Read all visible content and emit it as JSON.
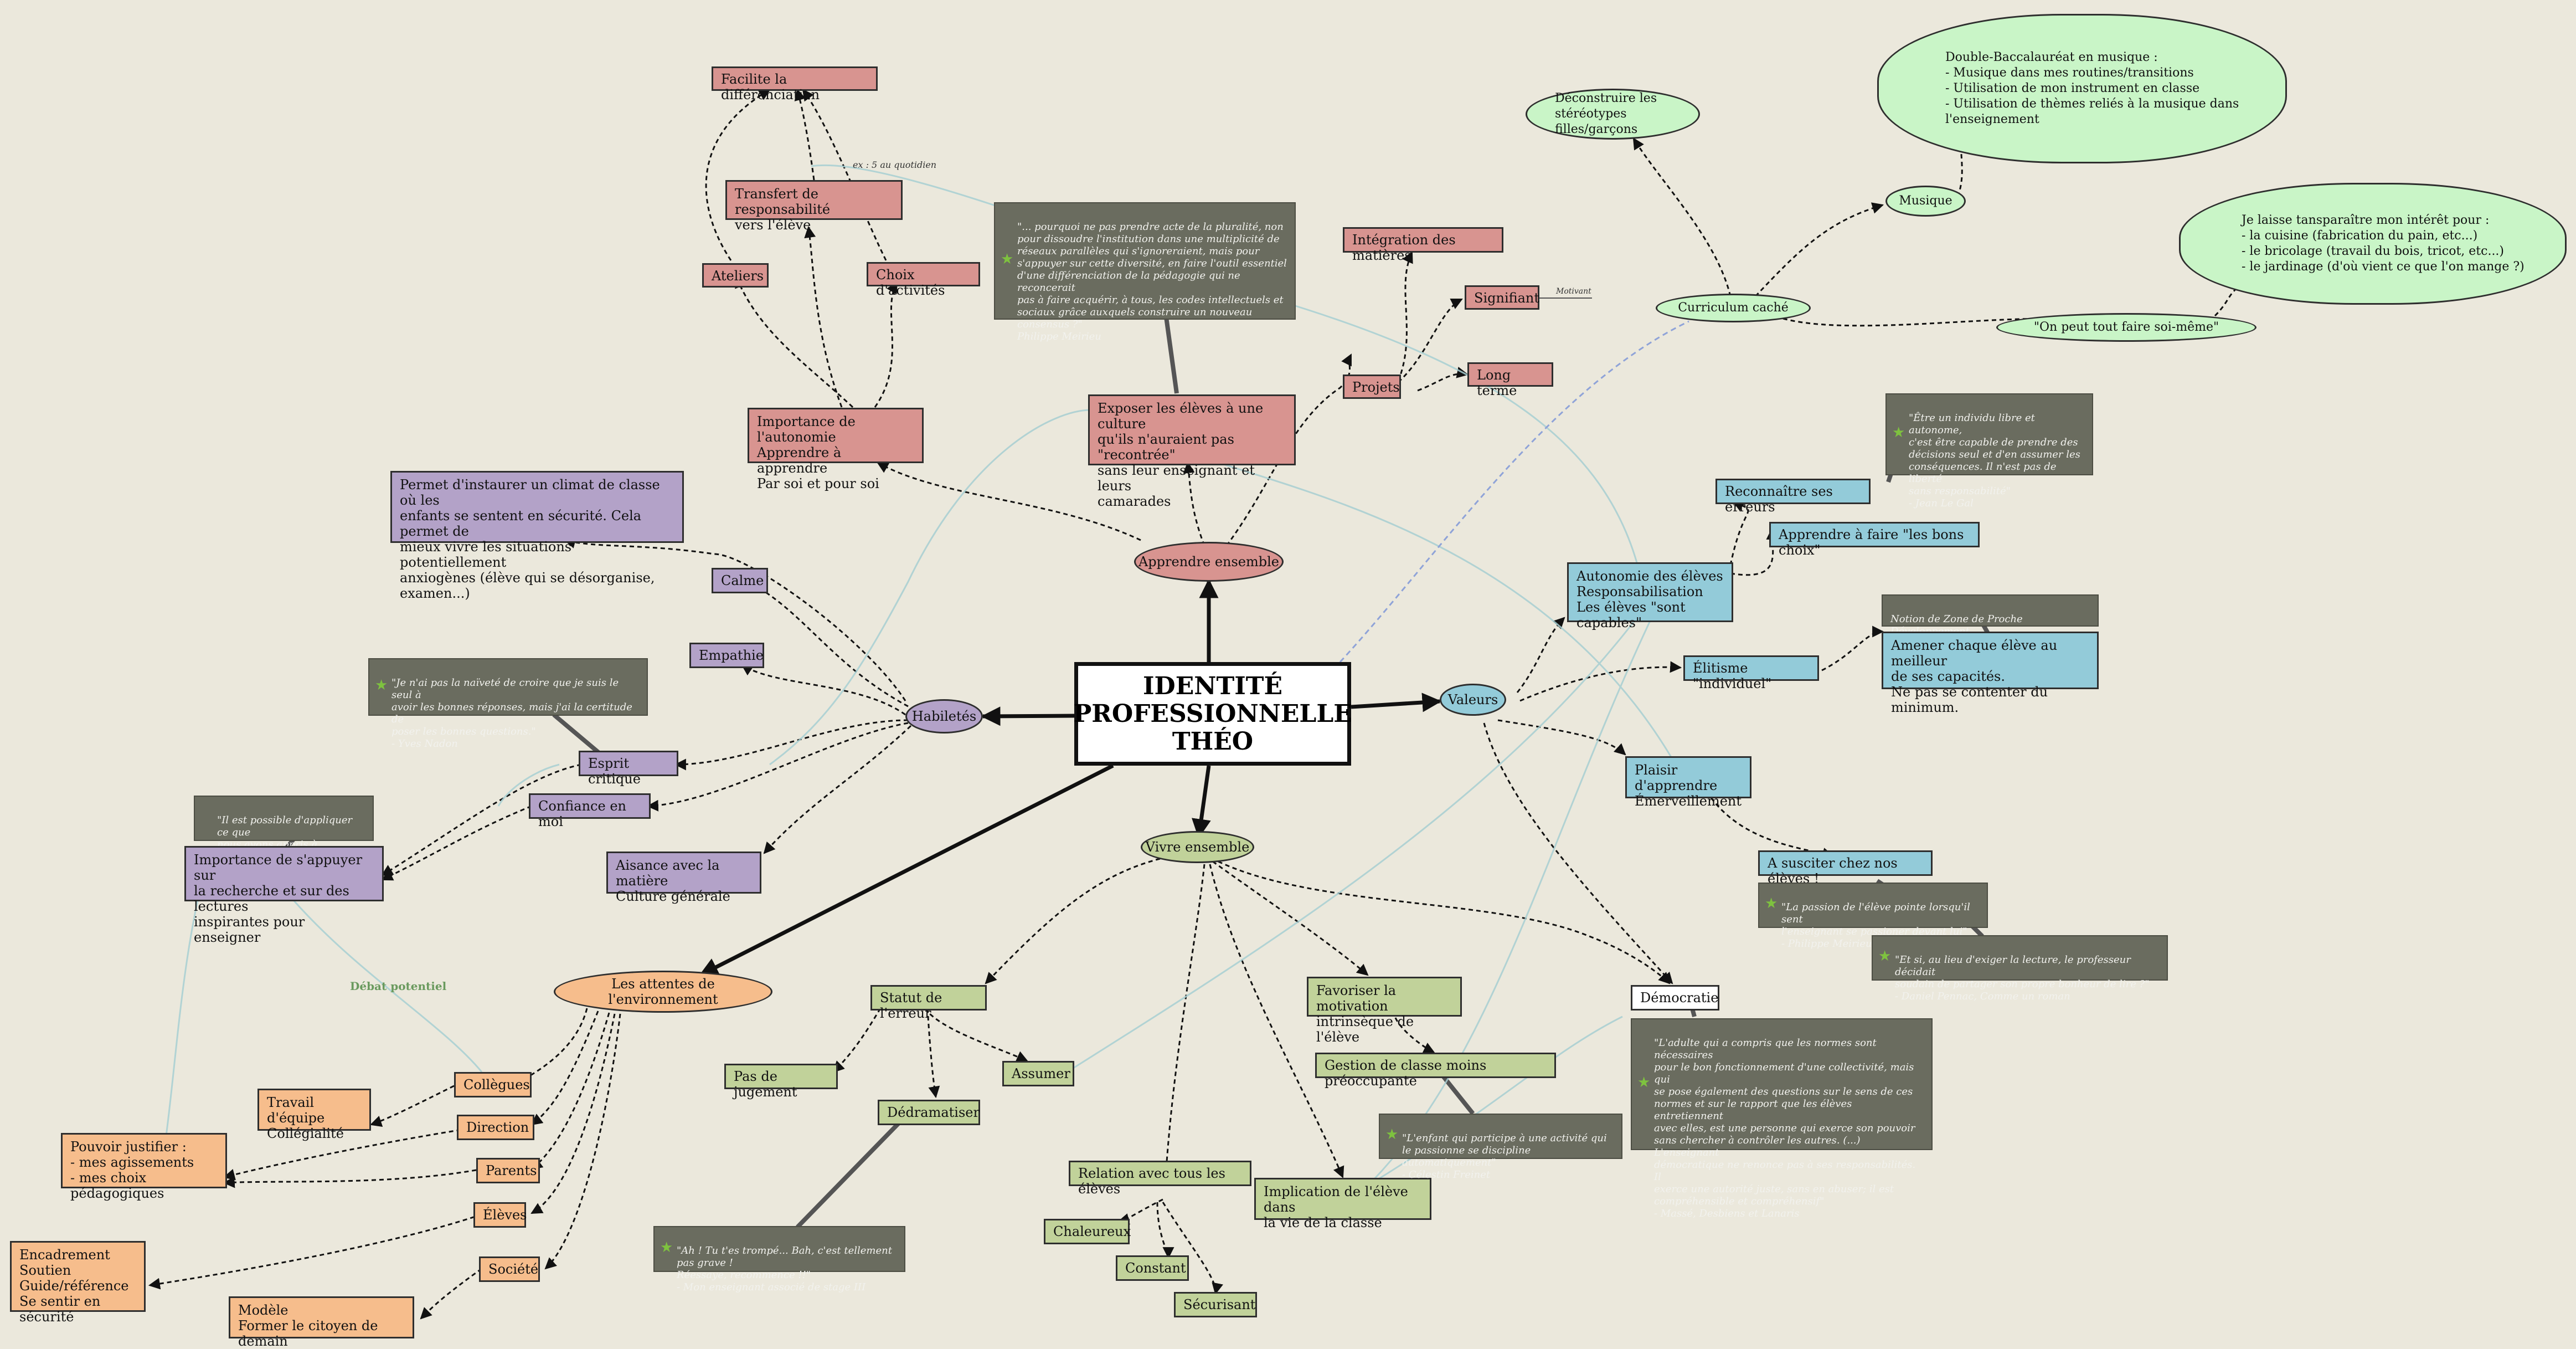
{
  "colors": {
    "background": "#ebe8dc",
    "pink": "#d89490",
    "purple": "#b3a2c8",
    "blue": "#93cbd9",
    "green": "#c1d29a",
    "orange": "#f6bd8c",
    "mint_cloud": "#c9f5c7",
    "quote_bg": "#6a6c5f",
    "star": "#7ec23f"
  },
  "center": {
    "title": "IDENTITÉ\nPROFESSIONNELLE\nTHÉO"
  },
  "apprendre": {
    "label": "Apprendre ensemble",
    "autonomie": "Importance de l'autonomie\nApprendre à apprendre\nPar soi et pour soi",
    "differenciation": "Facilite la différenciation",
    "transfert": "Transfert de responsabilité\nvers l'élève",
    "ateliers": "Ateliers",
    "choix": "Choix d'activités",
    "note": "ex : 5 au quotidien",
    "exposer": "Exposer les élèves à une culture\nqu'ils n'auraient pas \"recontrée\"\nsans leur enseignant et leurs\ncamarades",
    "quote_meirieu": "\"... pourquoi ne pas prendre acte de la pluralité, non\npour dissoudre l'institution dans une multiplicité de\nréseaux parallèles qui s'ignoreraient, mais pour\ns'appuyer sur cette diversité, en faire l'outil essentiel\nd'une différenciation de la pédagogie qui ne reconcerait\npas à faire acquérir, à tous, les codes intellectuels et\nsociaux grâce auxquels construire un nouveau\nconsensus ?\"\nPhilippe Meirieu",
    "projets": "Projets",
    "integration": "Intégration des matières",
    "signifiant": "Signifiant",
    "motivant": "Motivant",
    "long_terme": "Long terme"
  },
  "habiletes": {
    "label": "Habiletés",
    "permet": "Permet d'instaurer un climat de classe où les\nenfants se sentent en sécurité. Cela permet de\nmieux vivre les situations potentiellement\nanxiogènes (élève qui se désorganise, examen...)",
    "calme": "Calme",
    "empathie": "Empathie",
    "quote_nadon": "\"Je n'ai pas la naïveté de croire que je suis le seul à\navoir les bonnes réponses, mais j'ai la certitude de\nposer les bonnes questions.\"\n- Yves Nadon",
    "esprit": "Esprit critique",
    "confiance": "Confiance en moi",
    "aisance": "Aisance avec la matière\nCulture générale",
    "quote_theo": "\"Il est possible d'appliquer ce que\nnous avons appris à l'université !\"\n- Théo",
    "importance": "Importance de s'appuyer sur\nla recherche et sur des lectures\ninspirantes pour enseigner",
    "debat": "Débat potentiel"
  },
  "attentes": {
    "label": "Les attentes de l'environnement",
    "collegues": "Collègues",
    "travail": "Travail d'équipe\nCollégialité",
    "direction": "Direction",
    "parents": "Parents",
    "pouvoir": "Pouvoir justifier :\n- mes agissements\n- mes choix pédagogiques",
    "eleves": "Élèves",
    "encadrement": "Encadrement\nSoutien\nGuide/référence\nSe sentir en sécurité",
    "societe": "Société",
    "modele": "Modèle\nFormer le citoyen de demain"
  },
  "vivre": {
    "label": "Vivre ensemble",
    "statut": "Statut de l'erreur",
    "pas_jugement": "Pas de jugement",
    "assumer": "Assumer",
    "dedramatiser": "Dédramatiser",
    "quote_stage": "\"Ah ! Tu t'es trompé... Bah, c'est tellement pas grave !\nRéessaye, recommence !!\"\n- Mon enseignant associé de stage III",
    "relation": "Relation avec tous les élèves",
    "chaleureux": "Chaleureux",
    "constant": "Constant",
    "securisant": "Sécurisant",
    "implication": "Implication de l'élève dans\nla vie de la classe",
    "favoriser": "Favoriser la motivation\nintrinsèque de l'élève",
    "gestion": "Gestion de classe moins préoccupante",
    "quote_freinet": "\"L'enfant qui participe à une activité qui\nle passionne se discipline automatiquement\"\n- Célestin Freinet",
    "democratie": "Démocratie",
    "quote_masse": "\"L'adulte qui a compris que les normes sont nécessaires\npour le bon fonctionnement d'une collectivité, mais qui\nse pose également des questions sur le sens de ces\nnormes et sur le rapport que les élèves entretiennent\navec elles, est une personne qui exerce son pouvoir\nsans  chercher à contrôler les autres. (...) L'enseignant\ndémocratique ne renonce pas à ses responsabilités. Il\nexerce une autorité juste, sans en abuser; il est\ncompréhensible et compréhensif\"\n- Massé, Desbiens et Lanaris"
  },
  "valeurs": {
    "label": "Valeurs",
    "autonomie": "Autonomie des élèves\nResponsabilisation\nLes élèves \"sont capables\"",
    "reconnaitre": "Reconnaître ses erreurs",
    "apprendre_choix": "Apprendre à faire \"les bons choix\"",
    "quote_legal": "\"Être un individu libre et autonome,\nc'est être capable de prendre des\ndécisions seul et d'en assumer les\nconséquences. Il n'est pas de liberté\nsans responsabilité\"\n- Jean Le Gal",
    "elitisme": "Élitisme \"individuel\"",
    "zone": "Notion de Zone de Proche Développement\nVygotsky",
    "amener": "Amener chaque élève au meilleur\nde ses capacités.\nNe pas se contenter du minimum.",
    "plaisir": "Plaisir d'apprendre\nÉmerveillement",
    "susciter": "A susciter chez nos élèves !",
    "quote_meirieu2": "\"La passion de l'élève pointe lorsqu'il sent\nl'enseignant se passioner devant lui\"\n- Philippe Meirieu",
    "quote_pennac": "\"Et si, au lieu d'exiger la lecture, le professeur décidait\nsoudain de partager son propre bonheur de lire ?\"\n- Daniel Pennac, Comme un roman"
  },
  "curriculum": {
    "label": "Curriculum caché",
    "deconstruire": "Déconstruire les\nstéréotypes filles/garçons",
    "musique": "Musique",
    "double": "Double-Baccalauréat en musique :\n- Musique dans mes routines/transitions\n- Utilisation de mon instrument en classe\n- Utilisation de thèmes reliés à la musique dans\nl'enseignement",
    "on_peut": "\"On peut tout faire soi-même\"",
    "interet": "Je laisse tansparaître mon intérêt pour :\n- la cuisine (fabrication du pain, etc...)\n- le bricolage (travail du bois, tricot, etc...)\n- le jardinage (d'où vient ce que l'on mange ?)"
  }
}
